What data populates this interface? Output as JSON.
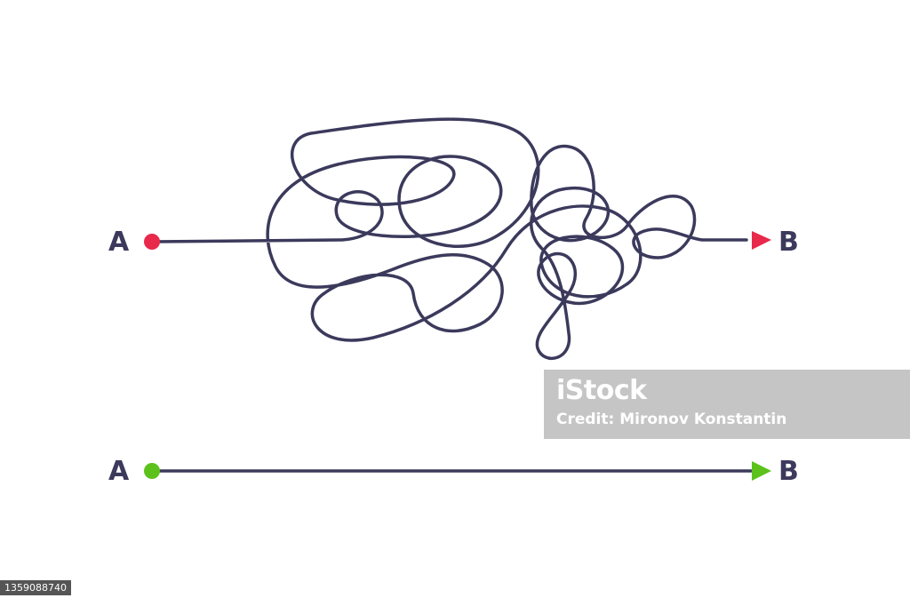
{
  "colors": {
    "line": "#3b3a5c",
    "start_top": "#e8294c",
    "arrow_top": "#e8294c",
    "start_bottom": "#5cc21b",
    "arrow_bottom": "#5cc21b"
  },
  "top_path": {
    "start_label": "A",
    "end_label": "B"
  },
  "bottom_path": {
    "start_label": "A",
    "end_label": "B"
  },
  "watermark": {
    "logo": "iStock",
    "credit": "Credit: Mironov Konstantin"
  },
  "image_id": "1359088740"
}
